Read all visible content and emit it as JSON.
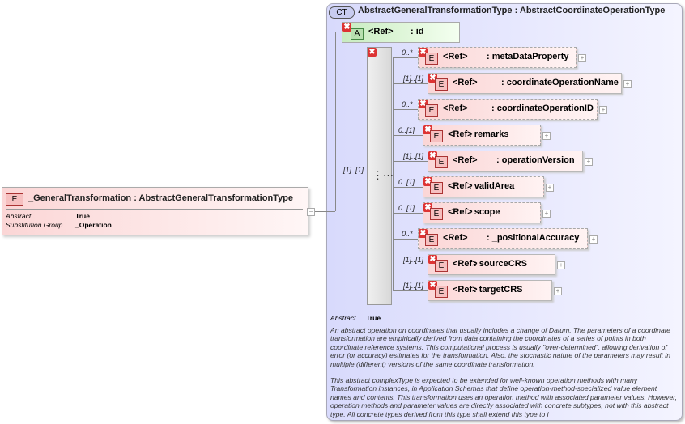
{
  "complex_type": {
    "badge": "CT",
    "title": "AbstractGeneralTransformationType : AbstractCoordinateOperationType",
    "attribute": {
      "badge": "A",
      "ref": "<Ref>",
      "name": ": id"
    },
    "sequence_cardinality": "[1]..[1]",
    "elements": [
      {
        "card": "0..*",
        "ref": "<Ref>",
        "name": ": metaDataProperty",
        "optional": true
      },
      {
        "card": "[1]..[1]",
        "ref": "<Ref>",
        "name": ": coordinateOperationName",
        "optional": false
      },
      {
        "card": "0..*",
        "ref": "<Ref>",
        "name": ": coordinateOperationID",
        "optional": true
      },
      {
        "card": "0..[1]",
        "ref": "<Ref>",
        "name": ": remarks",
        "optional": true
      },
      {
        "card": "[1]..[1]",
        "ref": "<Ref>",
        "name": ": operationVersion",
        "optional": false
      },
      {
        "card": "0..[1]",
        "ref": "<Ref>",
        "name": ": validArea",
        "optional": true
      },
      {
        "card": "0..[1]",
        "ref": "<Ref>",
        "name": ": scope",
        "optional": true
      },
      {
        "card": "0..*",
        "ref": "<Ref>",
        "name": ": _positionalAccuracy",
        "optional": true
      },
      {
        "card": "[1]..[1]",
        "ref": "<Ref>",
        "name": ": sourceCRS",
        "optional": false
      },
      {
        "card": "[1]..[1]",
        "ref": "<Ref>",
        "name": ": targetCRS",
        "optional": false
      }
    ],
    "abstract_label": "Abstract",
    "abstract_value": "True",
    "doc_p1": "An abstract operation on coordinates that usually includes a change of Datum. The parameters of a coordinate transformation are empirically derived from data containing the coordinates of a series of points in both coordinate reference systems. This computational process is usually \"over-determined\", allowing derivation of error (or accuracy) estimates for the transformation. Also, the stochastic nature of the parameters may result in multiple (different) versions of the same coordinate transformation.",
    "doc_p2": "This abstract complexType is expected to be extended for well-known operation methods with many Transformation instances, in Application Schemas that define operation-method-specialized value element names and contents. This transformation uses an operation method with associated parameter values. However, operation methods and parameter values are directly associated with concrete subtypes, not with this abstract type. All concrete types derived from this type shall extend this type to i"
  },
  "element": {
    "badge": "E",
    "title": "_GeneralTransformation : AbstractGeneralTransformationType",
    "props": [
      {
        "label": "Abstract",
        "value": "True"
      },
      {
        "label": "Substitution Group",
        "value": "_Operation"
      }
    ]
  },
  "colors": {
    "element_fill": "#fbd6d6",
    "attribute_fill": "#dff5d8",
    "type_fill": "#d8dafc"
  }
}
